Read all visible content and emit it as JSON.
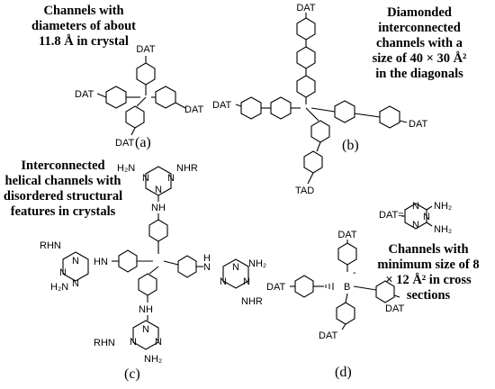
{
  "panels": {
    "a": {
      "caption": [
        "Channels with",
        "diameters of about",
        "11.8 Å in crystal"
      ],
      "label": "(a)",
      "group": "DAT"
    },
    "b": {
      "caption": [
        "Diamonded",
        "interconnected",
        "channels with a",
        "size of 40 × 30 Å²",
        "in the diagonals"
      ],
      "label": "(b)",
      "group_dat": "DAT",
      "group_tad": "TAD"
    },
    "c": {
      "caption": [
        "Interconnected",
        "helical channels with",
        "disordered structural",
        "features in crystals"
      ],
      "label": "(c)",
      "nhr": "NHR",
      "rhn": "RHN",
      "nh": "NH",
      "hn": "HN",
      "h2n": "H₂N",
      "nh2": "NH₂",
      "n": "N",
      "h": "H"
    },
    "d": {
      "caption": [
        "Channels with",
        "minimum size of 8",
        "× 12 Å² in cross",
        "sections"
      ],
      "label": "(d)",
      "group": "DAT",
      "boron": "B",
      "charge": "-",
      "definition_prefix": "DAT=",
      "nh2": "NH₂",
      "n": "N"
    }
  }
}
